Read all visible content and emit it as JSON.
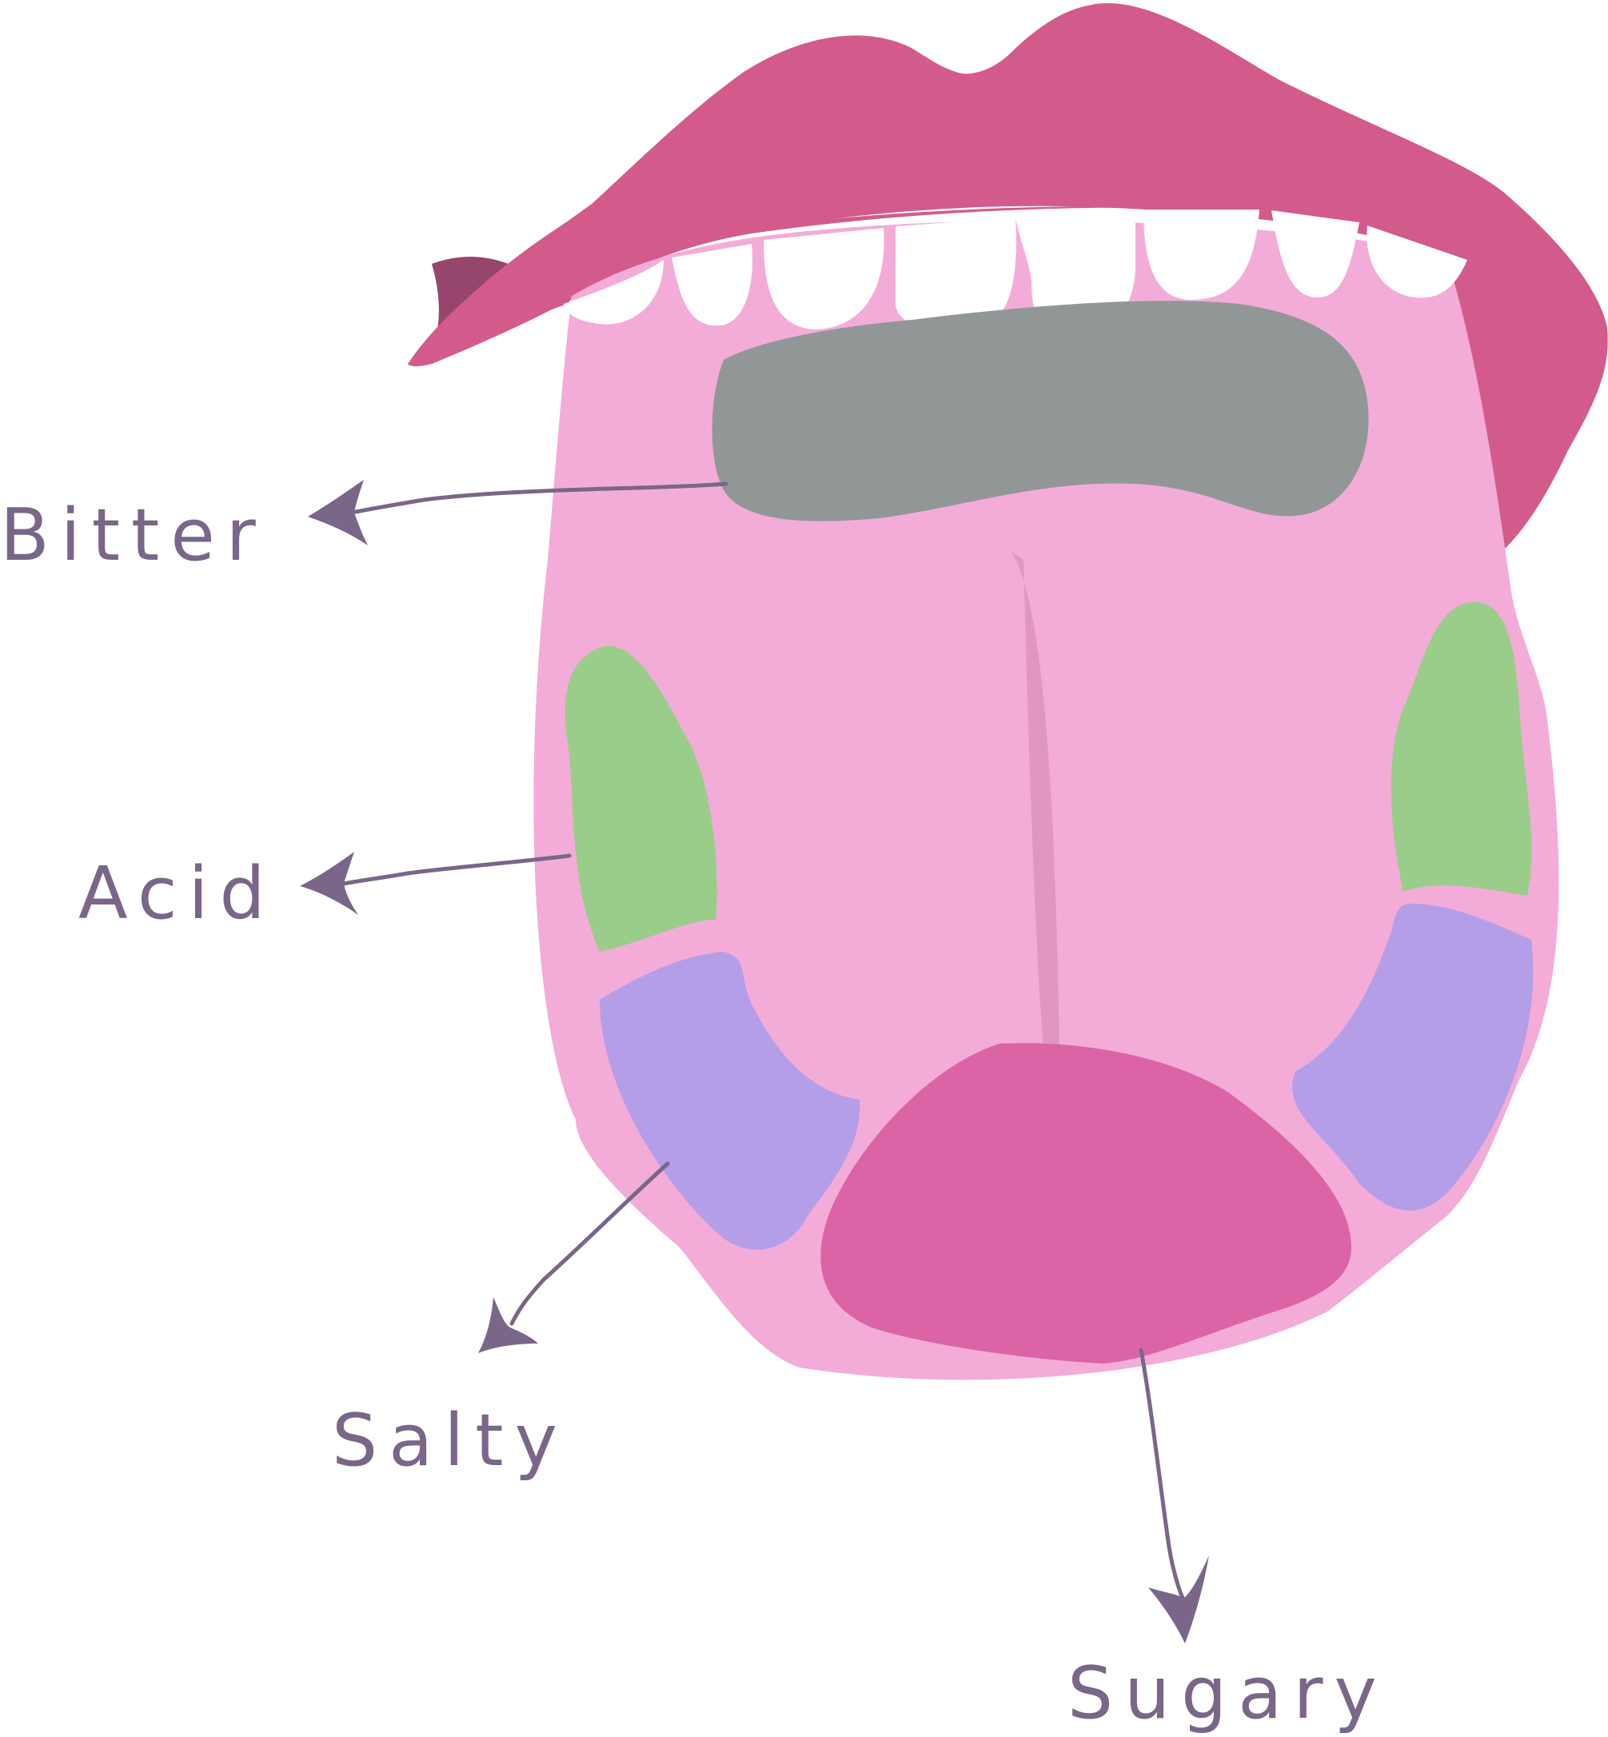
{
  "diagram": {
    "labels": {
      "bitter": "Bitter",
      "acid": "Acid",
      "salty": "Salty",
      "sugary": "Sugary"
    },
    "colors": {
      "lips": "#d35b8c",
      "mouth_corner": "#96466c",
      "teeth": "#ffffff",
      "tongue": "#f3acd8",
      "midline": "#e096c3",
      "bitter_zone": "#919796",
      "acid_zone": "#9acd89",
      "salty_zone": "#b49ee8",
      "sugary_zone": "#dc64a6",
      "annotation": "#7a6689"
    }
  }
}
